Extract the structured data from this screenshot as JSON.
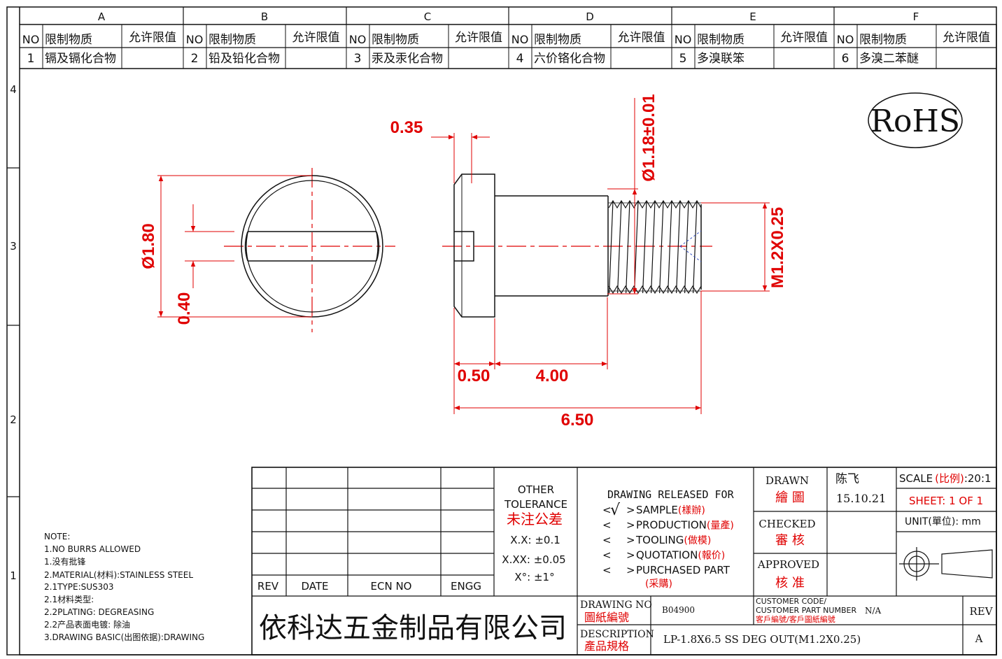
{
  "colors": {
    "line": "#111111",
    "dimension": "#e00000",
    "cad_blue": "#1f3fbf",
    "paper": "#ffffff"
  },
  "zones": {
    "columns": [
      "A",
      "B",
      "C",
      "D",
      "E",
      "F"
    ],
    "rows": [
      "4",
      "3",
      "2",
      "1"
    ]
  },
  "restricted": {
    "no_label": "NO",
    "substance_label": "限制物质",
    "limit_label": "允许限值",
    "items": [
      {
        "no": "1",
        "substance": "镉及镉化合物"
      },
      {
        "no": "2",
        "substance": "铅及铅化合物"
      },
      {
        "no": "3",
        "substance": "汞及汞化合物"
      },
      {
        "no": "4",
        "substance": "六价铬化合物"
      },
      {
        "no": "5",
        "substance": "多溴联笨"
      },
      {
        "no": "6",
        "substance": "多溴二苯醚"
      }
    ]
  },
  "rohs": "RoHS",
  "dimensions": {
    "head_dia": "Ø1.80",
    "slot_width": "0.40",
    "head_chamfer": "0.35",
    "shoulder_dia": "Ø1.18±0.01",
    "thread": "M1.2X0.25",
    "head_length": "0.50",
    "shoulder_length": "4.00",
    "overall_length": "6.50"
  },
  "notes": [
    "NOTE:",
    "1.NO BURRS ALLOWED",
    "1.没有批锋",
    "2.MATERIAL(材料):STAINLESS STEEL",
    "2.1TYPE:SUS303",
    "2.1材料类型:",
    "2.2PLATING: DEGREASING",
    "2.2产品表面电镀: 除油",
    "3.DRAWING BASIC(出图依据):DRAWING"
  ],
  "revision_table": {
    "rev": "REV",
    "date": "DATE",
    "ecn": "ECN NO",
    "engg": "ENGG"
  },
  "tolerance": {
    "title1": "OTHER",
    "title2": "TOLERANCE",
    "title_cn": "未注公差",
    "x": "X.X: ±0.1",
    "xx": "X.XX: ±0.05",
    "angle": "X°: ±1°"
  },
  "release": {
    "title": "DRAWING RELEASED FOR",
    "items": [
      {
        "check": "√",
        "label": "SAMPLE",
        "cn": "(樣辦)"
      },
      {
        "check": "",
        "label": "PRODUCTION",
        "cn": "(量產)"
      },
      {
        "check": "",
        "label": "TOOLING",
        "cn": "(做模)"
      },
      {
        "check": "",
        "label": "QUOTATION",
        "cn": "(報价)"
      },
      {
        "check": "",
        "label": "PURCHASED PART",
        "cn": "(采購)"
      }
    ]
  },
  "signoff": {
    "drawn": "DRAWN",
    "drawn_cn": "繪 圖",
    "drawn_name": "陈飞",
    "drawn_date": "15.10.21",
    "checked": "CHECKED",
    "checked_cn": "審 核",
    "approved": "APPROVED",
    "approved_cn": "核 准"
  },
  "scale": {
    "label": "SCALE",
    "label_cn": "(比例)",
    "value": ":20:1",
    "sheet": "SHEET:  1 OF 1",
    "unit": "UNIT(單位): mm"
  },
  "title_block": {
    "company": "依科达五金制品有限公司",
    "drawing_no_label": "DRAWING NO",
    "drawing_no_cn": "圖紙編號",
    "drawing_no": "B04900",
    "customer_code_label1": "CUSTOMER CODE/",
    "customer_code_label2": "CUSTOMER PART NUMBER",
    "customer_code_cn": "客戶編號/客戶圖紙編號",
    "customer_code": "N/A",
    "rev_label": "REV",
    "rev": "A",
    "description_label": "DESCRIPTION",
    "description_cn": "產品規格",
    "description": "LP-1.8X6.5 SS DEG OUT(M1.2X0.25)"
  }
}
